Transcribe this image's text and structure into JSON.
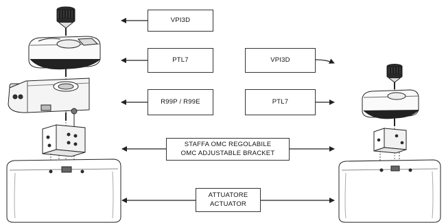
{
  "labels": {
    "vpi3d_left": "VPI3D",
    "ptl7_left": "PTL7",
    "r99": "R99P / R99E",
    "vpi3d_right": "VPI3D",
    "ptl7_right": "PTL7",
    "bracket_it": "STAFFA OMC REGOLABILE",
    "bracket_en": "OMC ADJUSTABLE BRACKET",
    "actuator_it": "ATTUATORE",
    "actuator_en": "ACTUATOR"
  },
  "icons": {
    "knob": "vpi3d-indicator-knob",
    "positioner": "ptl7-positioner-housing",
    "module": "r99-limit-switch-box",
    "bracket": "omc-adjustable-bracket",
    "actuator": "pneumatic-actuator-body"
  }
}
